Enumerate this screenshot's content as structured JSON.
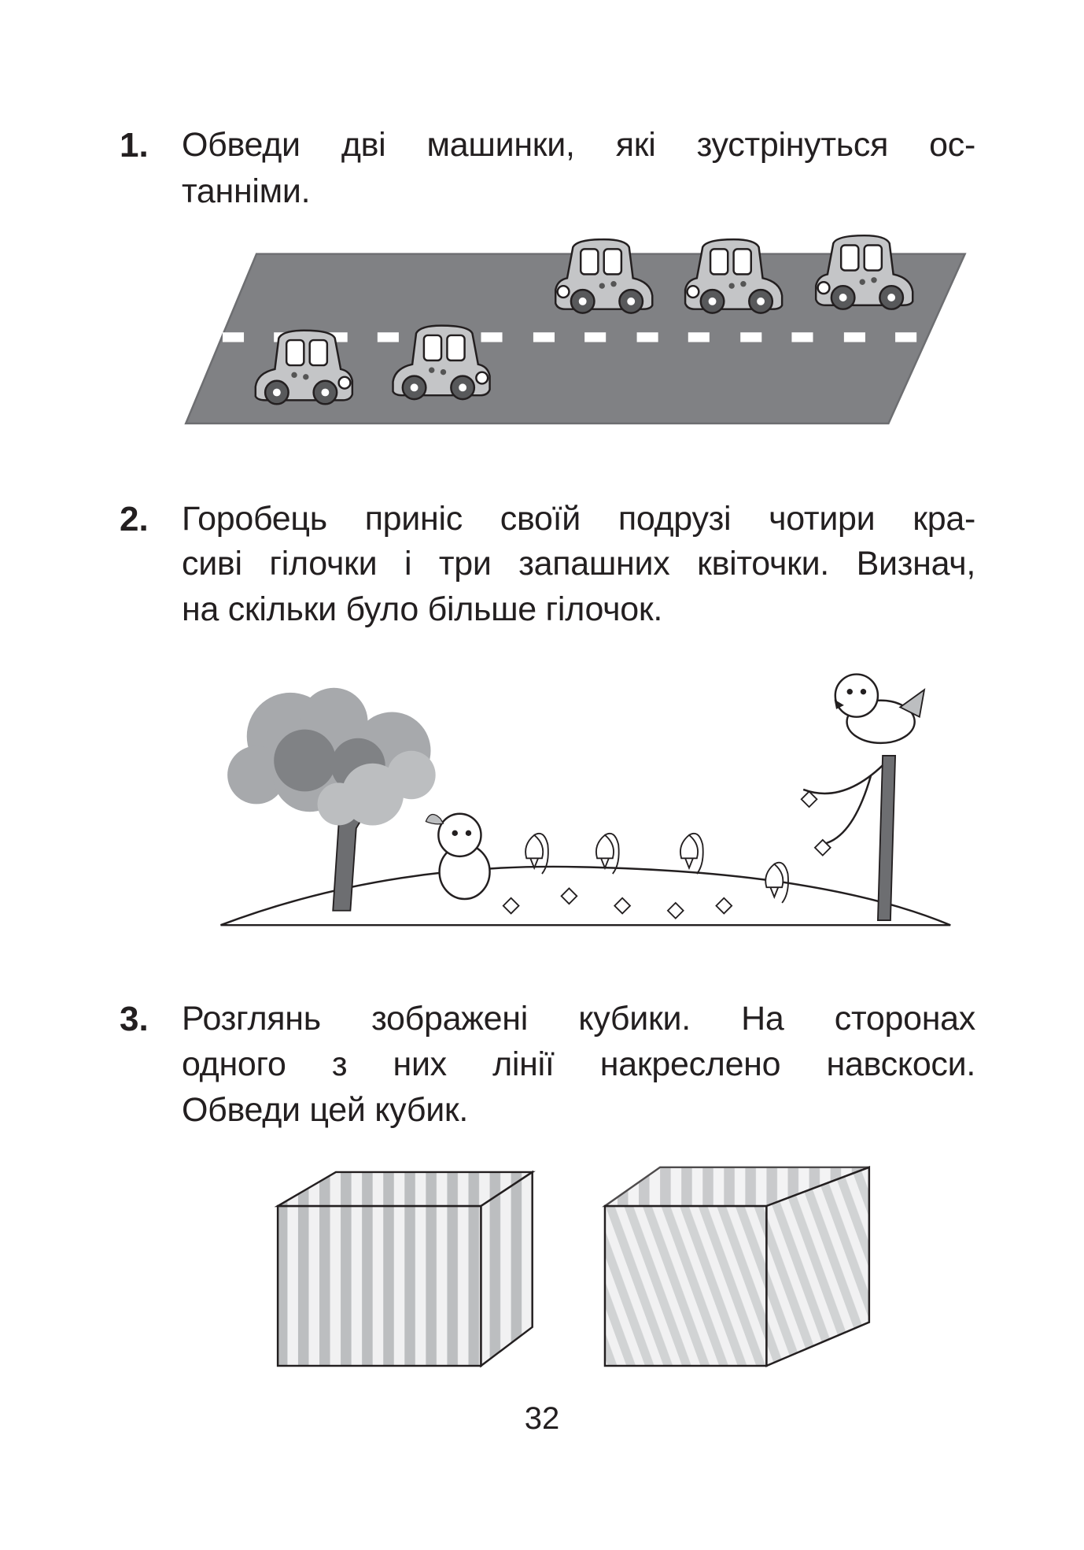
{
  "tasks": [
    {
      "number": "1.",
      "lines": [
        "Обведи дві машинки, які зустрінуться ос-",
        "танніми."
      ]
    },
    {
      "number": "2.",
      "lines": [
        "Горобець приніс своїй подрузі чотири кра-",
        "сиві гілочки і три запашних квіточки. Визнач,",
        "на скільки було більше гілочок."
      ]
    },
    {
      "number": "3.",
      "lines": [
        "Розглянь зображені кубики. На сторонах",
        "одного з них лінії накреслено навскоси.",
        "Обведи цей кубик."
      ]
    }
  ],
  "page_number": "32",
  "colors": {
    "road": "#808184",
    "car": "#c4c5c7",
    "text": "#231f20"
  }
}
